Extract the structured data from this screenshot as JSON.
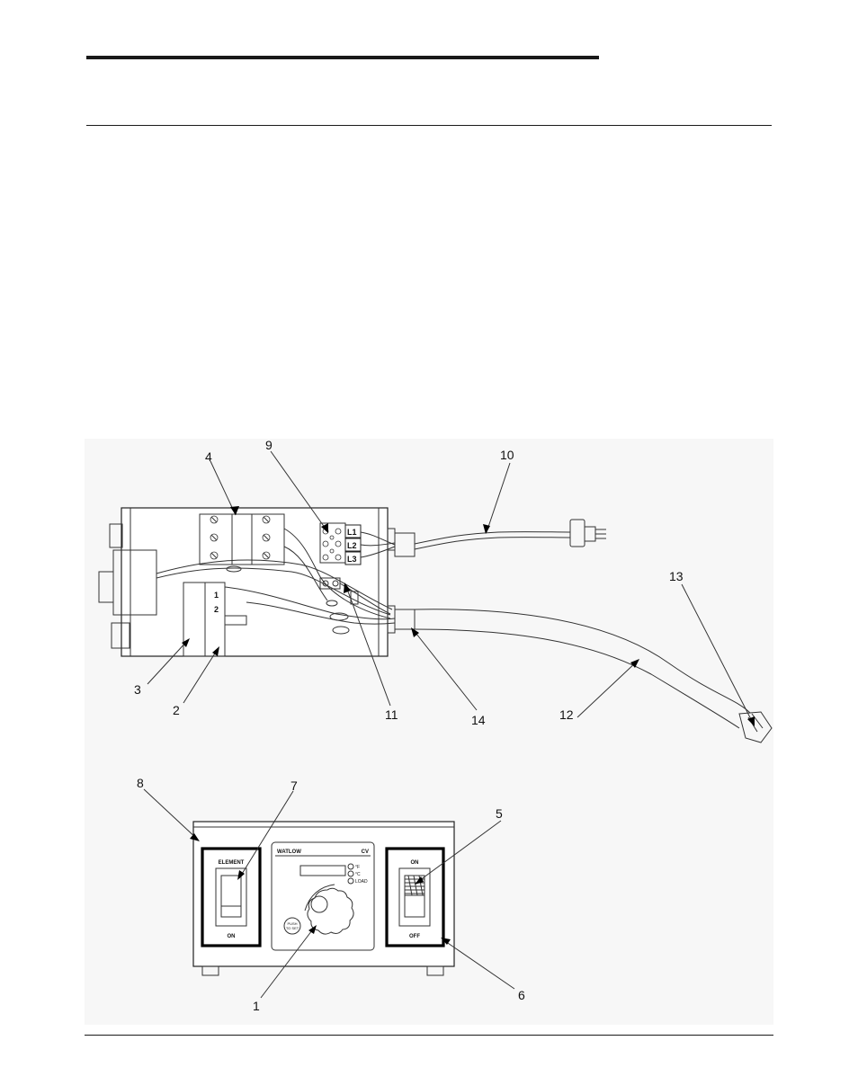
{
  "figure": {
    "callouts": {
      "c1": "1",
      "c2": "2",
      "c3": "3",
      "c4": "4",
      "c5": "5",
      "c6": "6",
      "c7": "7",
      "c8": "8",
      "c9": "9",
      "c10": "10",
      "c11": "11",
      "c12": "12",
      "c13": "13",
      "c14": "14"
    },
    "internal": {
      "terminals": [
        "L1",
        "L2",
        "L3"
      ],
      "relay_pins": [
        "1",
        "2"
      ]
    },
    "front_panel": {
      "left_switch_top": "ELEMENT",
      "left_switch_bottom": "ON",
      "controller_brand": "WATLOW",
      "controller_model": "CV",
      "indicator_f": "°F",
      "indicator_c": "°C",
      "indicator_load": "LOAD",
      "push_to_set_1": "PUSH",
      "push_to_set_2": "TO SET",
      "right_switch_top": "ON",
      "right_switch_bottom": "OFF"
    }
  }
}
